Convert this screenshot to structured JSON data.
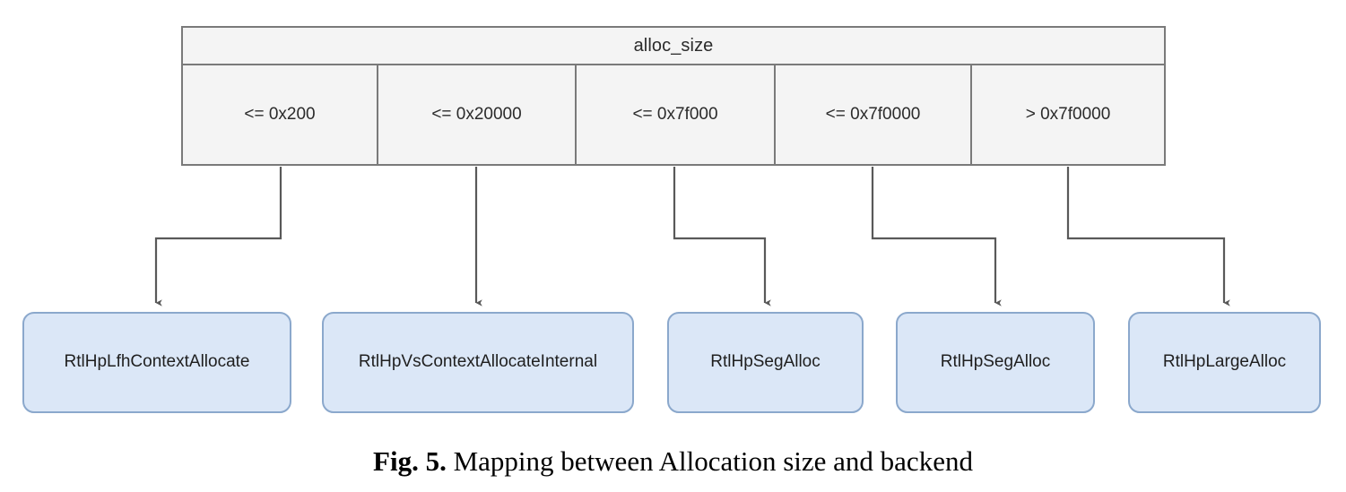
{
  "figure": {
    "caption_label": "Fig. 5.",
    "caption_text": "Mapping between Allocation size and backend",
    "colors": {
      "table_fill": "#f4f4f4",
      "table_border": "#7a7a7a",
      "box_fill": "#dbe7f7",
      "box_border": "#8ba8cc",
      "connector": "#595959",
      "text": "#2b2b2b"
    }
  },
  "table": {
    "header_label": "alloc_size",
    "conditions": [
      {
        "label": "<= 0x200"
      },
      {
        "label": "<= 0x20000"
      },
      {
        "label": "<= 0x7f000"
      },
      {
        "label": "<= 0x7f0000"
      },
      {
        "label": "> 0x7f0000"
      }
    ]
  },
  "backends": [
    {
      "label": "RtlHpLfhContextAllocate"
    },
    {
      "label": "RtlHpVsContextAllocateInternal"
    },
    {
      "label": "RtlHpSegAlloc"
    },
    {
      "label": "RtlHpSegAlloc"
    },
    {
      "label": "RtlHpLargeAlloc"
    }
  ],
  "connectors": [
    {
      "from_condition": "<= 0x200",
      "to_backend": "RtlHpLfhContextAllocate"
    },
    {
      "from_condition": "<= 0x20000",
      "to_backend": "RtlHpVsContextAllocateInternal"
    },
    {
      "from_condition": "<= 0x7f000",
      "to_backend": "RtlHpSegAlloc"
    },
    {
      "from_condition": "<= 0x7f0000",
      "to_backend": "RtlHpSegAlloc"
    },
    {
      "from_condition": "> 0x7f0000",
      "to_backend": "RtlHpLargeAlloc"
    }
  ],
  "chart_data": {
    "type": "diagram",
    "title": "Mapping between Allocation size and backend",
    "decision_variable": "alloc_size",
    "mappings": [
      {
        "condition": "<= 0x200",
        "backend": "RtlHpLfhContextAllocate"
      },
      {
        "condition": "<= 0x20000",
        "backend": "RtlHpVsContextAllocateInternal"
      },
      {
        "condition": "<= 0x7f000",
        "backend": "RtlHpSegAlloc"
      },
      {
        "condition": "<= 0x7f0000",
        "backend": "RtlHpSegAlloc"
      },
      {
        "condition": "> 0x7f0000",
        "backend": "RtlHpLargeAlloc"
      }
    ]
  }
}
